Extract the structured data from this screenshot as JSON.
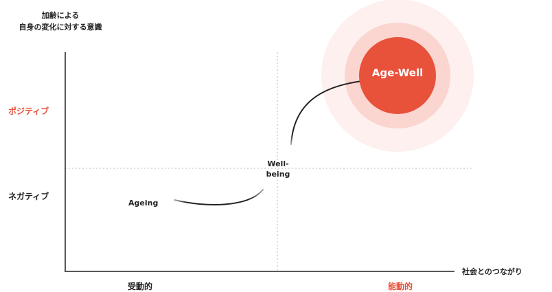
{
  "y_axis": {
    "title_lines": [
      "加齢による",
      "自身の変化に対する意識"
    ],
    "positive_label": "ポジティブ",
    "negative_label": "ネガティブ"
  },
  "x_axis": {
    "title": "社会とのつながり",
    "passive_label": "受動的",
    "active_label": "能動的"
  },
  "nodes": {
    "ageing": "Ageing",
    "wellbeing_lines": [
      "Well-",
      "being"
    ],
    "agewell": "Age-Well"
  },
  "colors": {
    "accent": "#e8513a",
    "accent_halo_inner": "#fbd5d0",
    "accent_halo_outer": "#fdf0ee",
    "text": "#222222",
    "axis": "#222222",
    "divider": "#bbbbbb",
    "curve_fade": "#aaaaaa"
  }
}
